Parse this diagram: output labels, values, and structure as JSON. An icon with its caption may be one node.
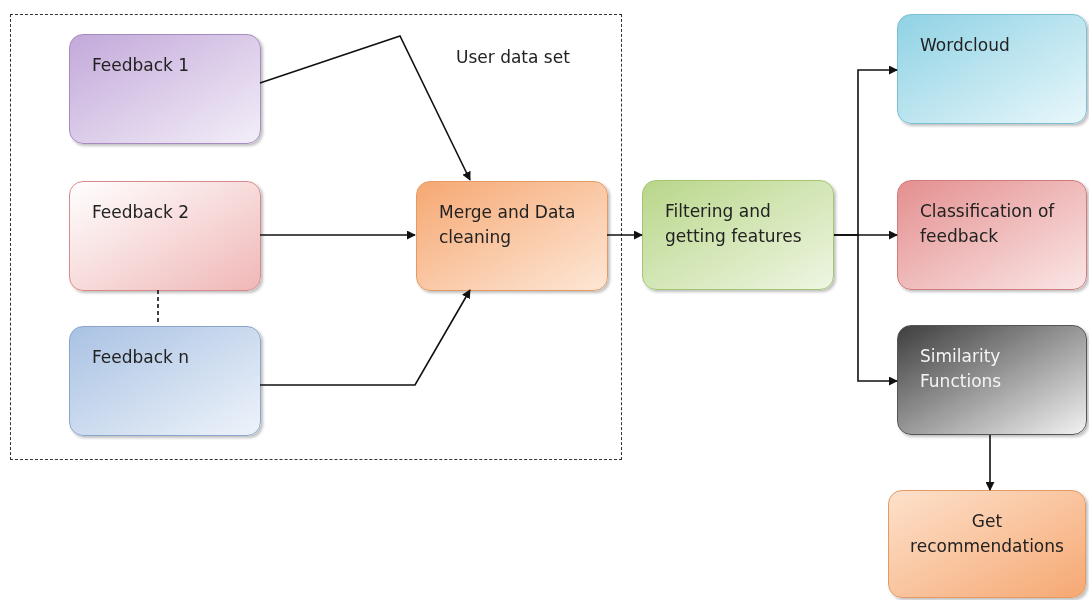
{
  "diagram": {
    "nodes": [
      {
        "text": [
          "User data set"
        ]
      },
      {
        "text": [
          "Feedback 1"
        ],
        "in": 0
      },
      {
        "text": [
          "Feedback 2"
        ],
        "in": 0
      },
      {
        "text": [
          "Feedback n"
        ],
        "in": 0
      },
      {
        "text": [
          "Merge and Data cleaning"
        ],
        "in": 0
      },
      {
        "text": [
          "Filtering and getting features"
        ]
      },
      {
        "text": [
          "Wordcloud"
        ]
      },
      {
        "text": [
          "Classification of feedback"
        ]
      },
      {
        "text": [
          "Similarity Functions"
        ]
      },
      {
        "text": [
          "Get recommendations"
        ]
      }
    ],
    "edges": [
      {
        "from": 1,
        "to": 4,
        "arrow": "to"
      },
      {
        "from": 2,
        "to": 4,
        "arrow": "to"
      },
      {
        "from": 3,
        "to": 4,
        "arrow": "to"
      },
      {
        "from": 2,
        "to": 3,
        "arrow": "none",
        "style": "dashed"
      },
      {
        "from": 4,
        "to": 5,
        "arrow": "to"
      },
      {
        "from": 5,
        "to": 6,
        "arrow": "to"
      },
      {
        "from": 5,
        "to": 7,
        "arrow": "to"
      },
      {
        "from": 5,
        "to": 8,
        "arrow": "to"
      },
      {
        "from": 8,
        "to": 9,
        "arrow": "to"
      }
    ]
  }
}
